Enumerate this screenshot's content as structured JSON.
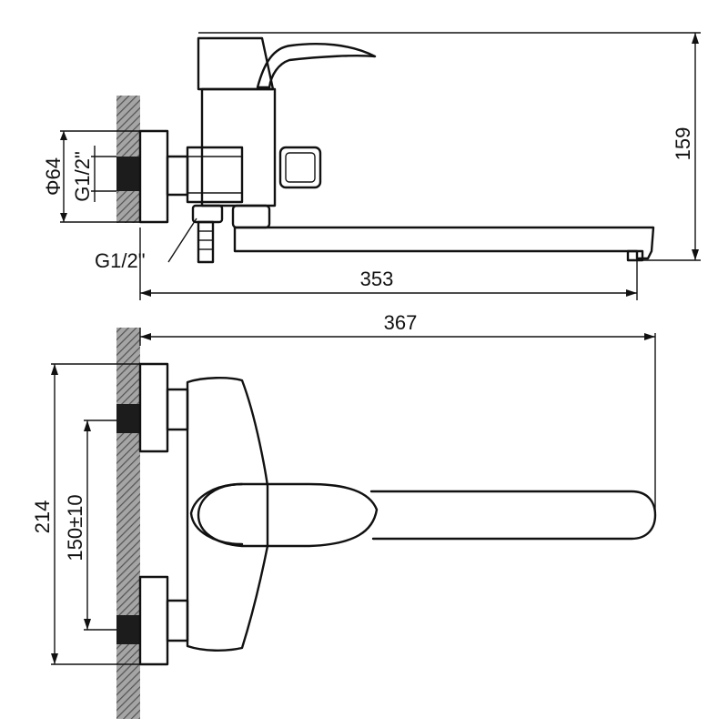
{
  "dimensions": {
    "height_total": "159",
    "spout_length": "353",
    "overall_length": "367",
    "body_height": "214",
    "centers": "150±10",
    "diameter": "Φ64",
    "thread_inlet": "G1/2\"",
    "thread_outlet": "G1/2\""
  },
  "colors": {
    "line": "#111111",
    "hatch": "#8a8a8a",
    "insert": "#1c1c1c",
    "background": "#ffffff"
  }
}
